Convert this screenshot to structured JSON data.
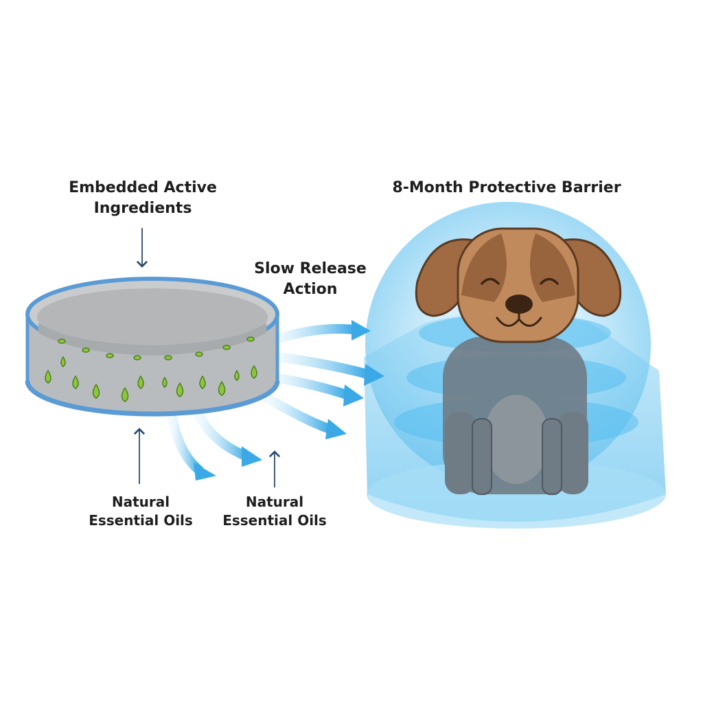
{
  "labels": {
    "embedded_line1": "Embedded Active",
    "embedded_line2": "Ingredients",
    "slow_line1": "Slow Release",
    "slow_line2": "Action",
    "barrier": "8-Month Protective Barrier",
    "oils_left_line1": "Natural",
    "oils_left_line2": "Essential Oils",
    "oils_right_line1": "Natural",
    "oils_right_line2": "Essential Oils"
  },
  "colors": {
    "collar_rim": "#5b9bd5",
    "collar_body": "#b9bcbf",
    "oil_drop": "#8cc63f",
    "flow_arrow": "#4fb3e8",
    "barrier": "#7fd0f5",
    "dog_fur": "#b07a4f",
    "dog_patch": "#8c5a36",
    "pointer_arrow": "#2b4a6f"
  }
}
